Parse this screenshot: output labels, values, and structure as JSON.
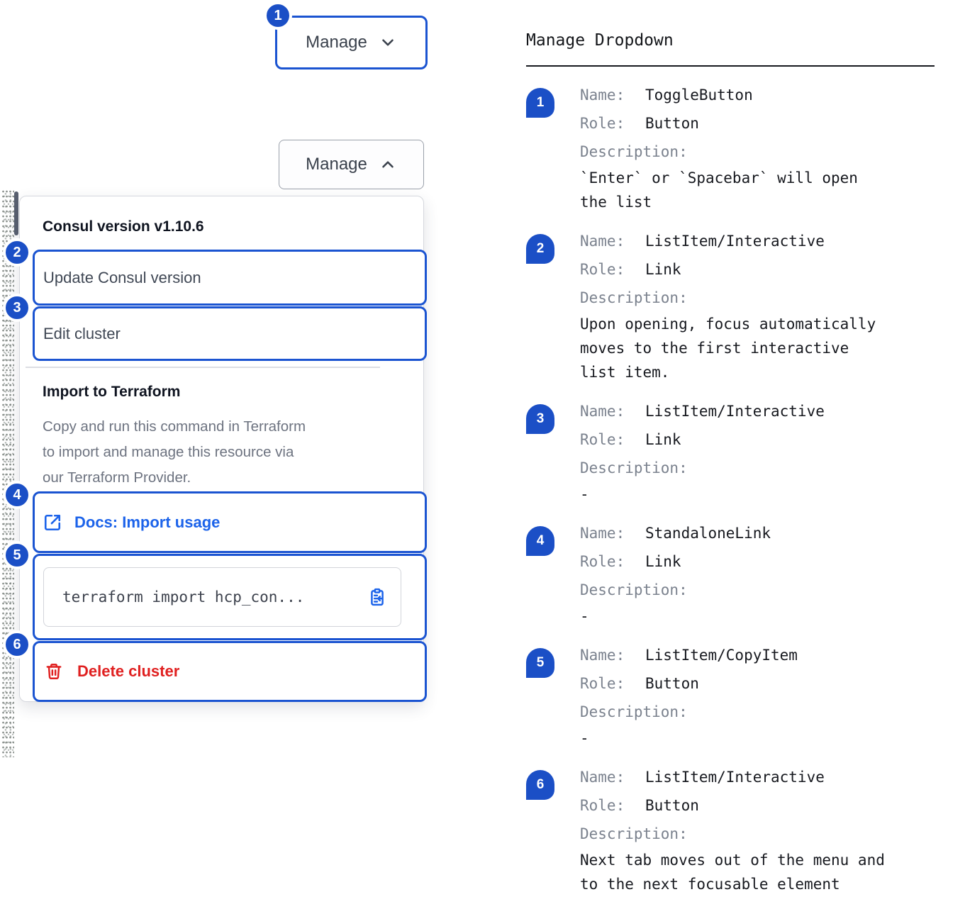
{
  "colors": {
    "focus_outline_blue": "#1B54D1",
    "badge_blue": "#1B4FC6",
    "link_blue": "#1C63EA",
    "danger_red": "#E02020"
  },
  "toggle_collapsed": {
    "badge": "1",
    "label": "Manage",
    "icon": "chevron-down-icon"
  },
  "toggle_expanded": {
    "label": "Manage",
    "icon": "chevron-up-icon"
  },
  "dropdown": {
    "version_header": "Consul version v1.10.6",
    "items": [
      {
        "badge": "2",
        "label": "Update Consul version"
      },
      {
        "badge": "3",
        "label": "Edit cluster"
      }
    ],
    "import_section": {
      "title": "Import to Terraform",
      "description_lines": [
        "Copy and run this command in Terraform",
        "to import and manage this resource via",
        "our Terraform Provider."
      ],
      "docs_link": {
        "badge": "4",
        "label": "Docs: Import usage",
        "icon": "external-link-icon"
      },
      "code_item": {
        "badge": "5",
        "code": "terraform import hcp_con...",
        "icon": "clipboard-copy-icon"
      },
      "delete_item": {
        "badge": "6",
        "label": "Delete cluster",
        "icon": "trash-icon"
      }
    }
  },
  "spec_panel": {
    "title": "Manage Dropdown",
    "name_label": "Name:",
    "role_label": "Role:",
    "description_label": "Description:",
    "items": [
      {
        "badge": "1",
        "name": "ToggleButton",
        "role": "Button",
        "desc_lines": [
          "`Enter` or `Spacebar` will open",
          "the list"
        ]
      },
      {
        "badge": "2",
        "name": "ListItem/Interactive",
        "role": "Link",
        "desc_lines": [
          "Upon opening, focus automatically",
          "moves to the first interactive",
          "list item."
        ]
      },
      {
        "badge": "3",
        "name": "ListItem/Interactive",
        "role": "Link",
        "desc_lines": [
          "-"
        ]
      },
      {
        "badge": "4",
        "name": "StandaloneLink",
        "role": "Link",
        "desc_lines": [
          "-"
        ]
      },
      {
        "badge": "5",
        "name": "ListItem/CopyItem",
        "role": "Button",
        "desc_lines": [
          "-"
        ]
      },
      {
        "badge": "6",
        "name": "ListItem/Interactive",
        "role": "Button",
        "desc_lines": [
          "Next tab moves out of the menu and",
          "to the next focusable element"
        ]
      }
    ]
  }
}
